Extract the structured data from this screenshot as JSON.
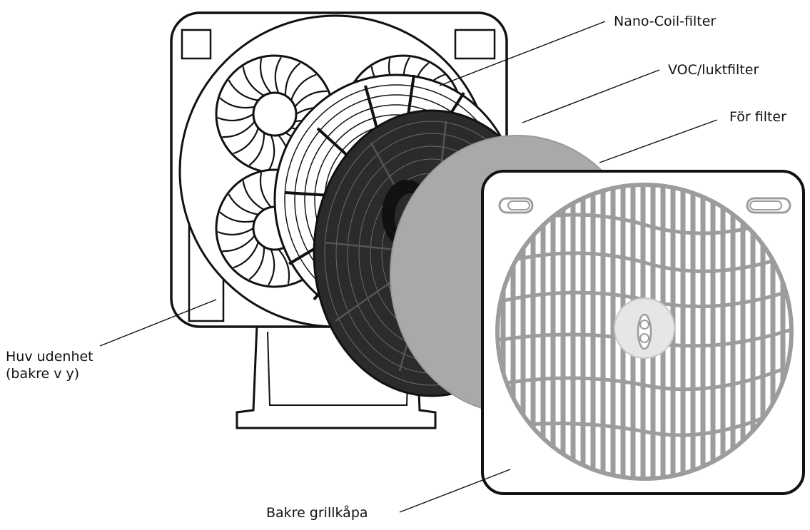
{
  "labels": {
    "nano_coil_filter": "Nano-Coil-filter",
    "voc_filter": "VOC/luktfilter",
    "pre_filter": "För filter",
    "main_unit_line1": "Huv udenhet",
    "main_unit_line2": "(bakre v y)",
    "rear_grill_cover": "Bakre grillkåpa"
  },
  "colors": {
    "stroke": "#111111",
    "voc_filter_fill": "#2b2b2b",
    "pre_filter_fill": "#a9a9a9",
    "grill_fill": "#9c9c9c",
    "background": "#ffffff"
  }
}
